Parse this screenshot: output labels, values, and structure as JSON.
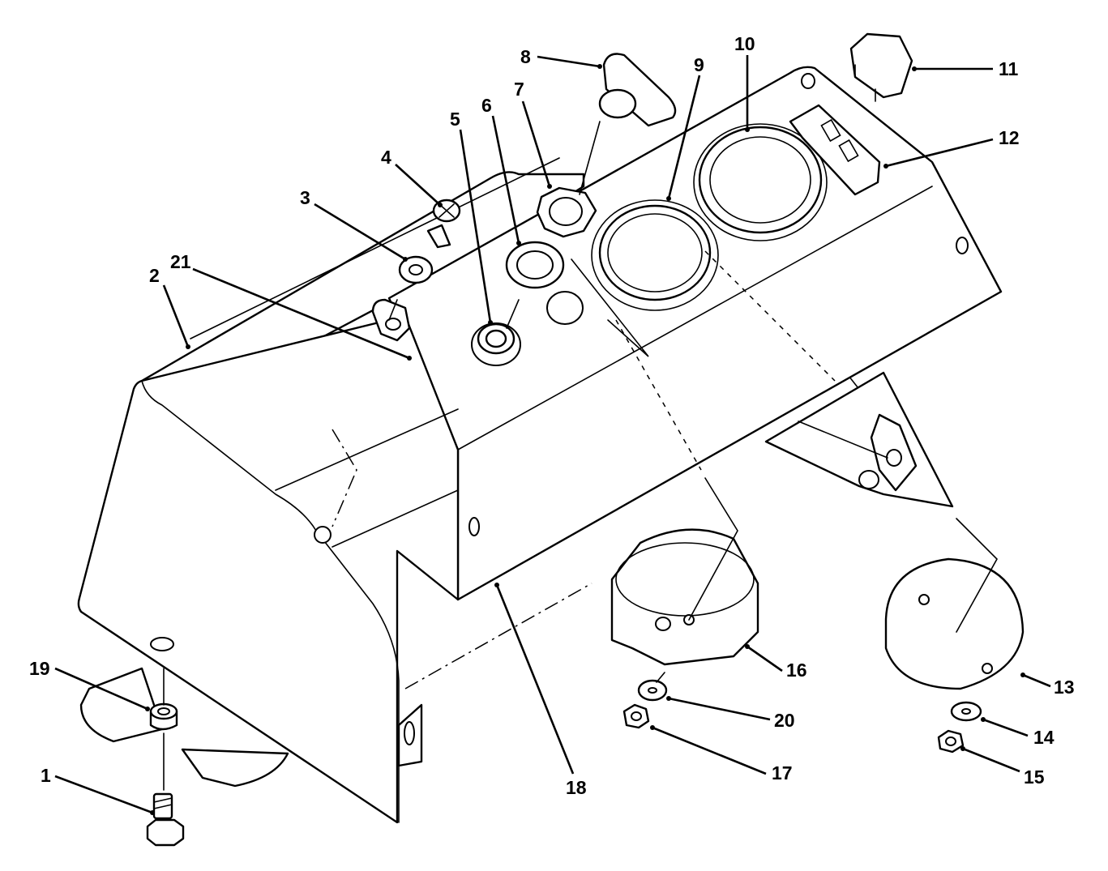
{
  "colors": {
    "line": "#000000",
    "background": "#ffffff"
  },
  "callouts": [
    {
      "id": "1",
      "label": "1"
    },
    {
      "id": "2",
      "label": "2"
    },
    {
      "id": "3",
      "label": "3"
    },
    {
      "id": "4",
      "label": "4"
    },
    {
      "id": "5",
      "label": "5"
    },
    {
      "id": "6",
      "label": "6"
    },
    {
      "id": "7",
      "label": "7"
    },
    {
      "id": "8",
      "label": "8"
    },
    {
      "id": "9",
      "label": "9"
    },
    {
      "id": "10",
      "label": "10"
    },
    {
      "id": "11",
      "label": "11"
    },
    {
      "id": "12",
      "label": "12"
    },
    {
      "id": "13",
      "label": "13"
    },
    {
      "id": "14",
      "label": "14"
    },
    {
      "id": "15",
      "label": "15"
    },
    {
      "id": "16",
      "label": "16"
    },
    {
      "id": "17",
      "label": "17"
    },
    {
      "id": "18",
      "label": "18"
    },
    {
      "id": "19",
      "label": "19"
    },
    {
      "id": "20",
      "label": "20"
    },
    {
      "id": "21",
      "label": "21"
    }
  ]
}
